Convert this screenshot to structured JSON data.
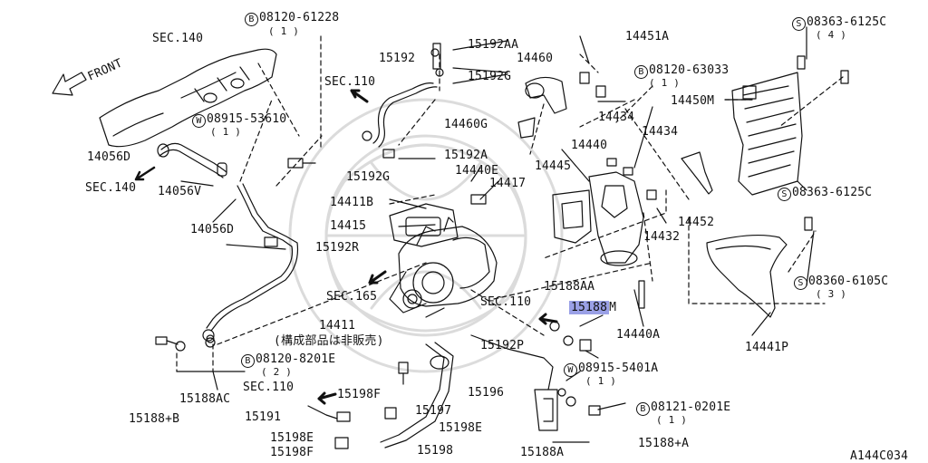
{
  "diagram": {
    "labels": {
      "front": "FRONT",
      "sec140_top": "SEC.140",
      "sec140_left": "SEC.140",
      "sec110_a": "SEC.110",
      "sec110_b": "SEC.110",
      "sec110_c": "SEC.110",
      "sec165": "SEC.165",
      "b_08120_61228": "08120-61228",
      "b_08120_61228_qty": "( 1 )",
      "w_08915_53610": "08915-53610",
      "w_08915_53610_qty": "( 1 )",
      "p14056D": "14056D",
      "p14056V": "14056V",
      "p14056D_2": "14056D",
      "p15192": "15192",
      "p15192AA": "15192AA",
      "p15192G": "15192G",
      "p15192G_2": "15192G",
      "p15192A": "15192A",
      "p14460": "14460",
      "p14460G": "14460G",
      "p14451A": "14451A",
      "b_08120_63033": "08120-63033",
      "b_08120_63033_qty": "( 1 )",
      "p14450M": "14450M",
      "s_08363_6125C_top": "08363-6125C",
      "s_08363_6125C_top_qty": "( 4 )",
      "s_08363_6125C_mid": "08363-6125C",
      "p14434_a": "14434",
      "p14434_b": "14434",
      "p14440": "14440",
      "p14445": "14445",
      "p14440E": "14440E",
      "p14417": "14417",
      "p14411B": "14411B",
      "p14415": "14415",
      "p14452": "14452",
      "p14432": "14432",
      "p15192R": "15192R",
      "s_08360_6105C": "08360-6105C",
      "s_08360_6105C_qty": "( 3 )",
      "p15188AA": "15188AA",
      "p15188M_a": "15188",
      "p15188M_b": "M",
      "p14411": "14411",
      "note_jp": "(構成部品は非販売)",
      "p14440A": "14440A",
      "p14441P": "14441P",
      "p15192P": "15192P",
      "b_08120_8201E": "08120-8201E",
      "b_08120_8201E_qty": "( 2 )",
      "w_08915_5401A": "08915-5401A",
      "w_08915_5401A_qty": "( 1 )",
      "p15188AC": "15188AC",
      "p15196": "15196",
      "p15198F": "15198F",
      "p15197": "15197",
      "p15191": "15191",
      "p15198E": "15198E",
      "p15198E_2": "15198E",
      "p15198F_2": "15198F",
      "p15198": "15198",
      "p15188A": "15188A",
      "p15188B": "15188+B",
      "p15188A2": "15188+A",
      "b_08121_0201E": "08121-0201E",
      "b_08121_0201E_qty": "( 1 )",
      "ref_code": "A144C034"
    },
    "symbols": {
      "bolt_prefix": "B",
      "washer_prefix": "W",
      "screw_prefix": "S"
    },
    "colors": {
      "highlight": "#9aa0e6",
      "ink": "#111111"
    }
  }
}
